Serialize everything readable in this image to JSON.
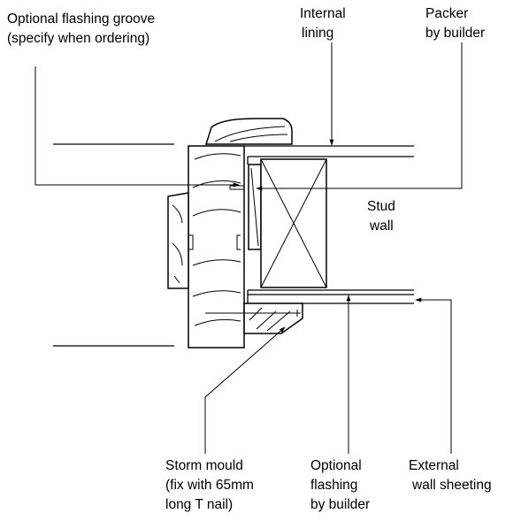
{
  "labels": {
    "flashing_groove": [
      "Optional flashing groove",
      "(specify when ordering)"
    ],
    "internal_lining": [
      "Internal",
      "lining"
    ],
    "packer": [
      "Packer",
      "by builder"
    ],
    "stud_wall": [
      "Stud",
      "wall"
    ],
    "storm_mould": [
      "Storm mould",
      "(fix with 65mm",
      "long T nail)"
    ],
    "optional_flashing": [
      "Optional",
      "flashing",
      "by builder"
    ],
    "external_sheeting": [
      "External",
      "wall sheeting"
    ]
  }
}
